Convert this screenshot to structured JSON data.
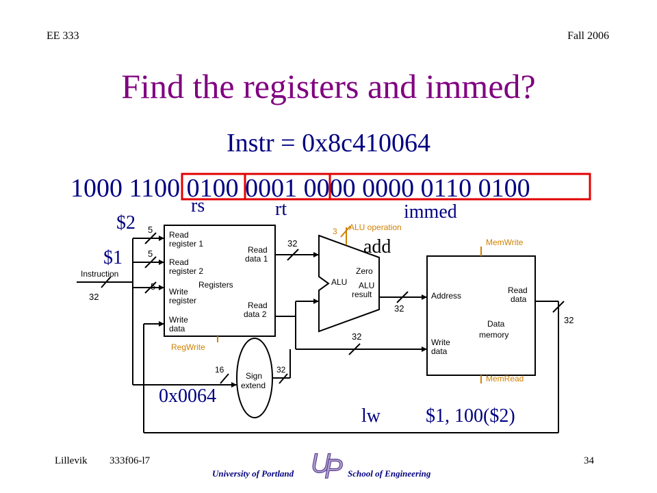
{
  "header": {
    "course": "EE 333",
    "term": "Fall 2006"
  },
  "title": "Find the registers and immed?",
  "instr": "Instr = 0x8c410064",
  "binary": "1000 1100 0100 0001 0000 0000 0110 0100",
  "fields": {
    "rs": "rs",
    "rt": "rt",
    "immed": "immed"
  },
  "reg_labels": {
    "reg2": "$2",
    "reg1": "$1"
  },
  "op_annotation": "add",
  "imm_value": "0x0064",
  "asm": {
    "op": "lw",
    "operands": "$1, 100($2)"
  },
  "colors": {
    "title": "#800080",
    "text": "#000080",
    "highlight": "#e00000",
    "control": "#d08000"
  },
  "datapath": {
    "instruction": "Instruction",
    "registers": {
      "name": "Registers",
      "read_reg1": [
        "Read",
        "register 1"
      ],
      "read_reg2": [
        "Read",
        "register 2"
      ],
      "write_reg": [
        "Write",
        "register"
      ],
      "write_data": [
        "Write",
        "data"
      ],
      "read_data1": [
        "Read",
        "data 1"
      ],
      "read_data2": [
        "Read",
        "data 2"
      ]
    },
    "regwrite": "RegWrite",
    "alu": {
      "name": "ALU",
      "zero": "Zero",
      "result": [
        "ALU",
        "result"
      ],
      "op_label": "ALU operation",
      "op_bits": "3"
    },
    "memory": {
      "address": "Address",
      "write_data": [
        "Write",
        "data"
      ],
      "read_data": [
        "Read",
        "data"
      ],
      "name": [
        "Data",
        "memory"
      ],
      "memwrite": "MemWrite",
      "memread": "MemRead"
    },
    "sign_extend": [
      "Sign",
      "extend"
    ],
    "widths": {
      "five": "5",
      "thirty_two": "32",
      "sixteen": "16",
      "three": "3"
    }
  },
  "footer": {
    "author": "Lillevik",
    "file": "333f06-l7",
    "university": "University of Portland",
    "school": "School of Engineering",
    "page": "34"
  }
}
